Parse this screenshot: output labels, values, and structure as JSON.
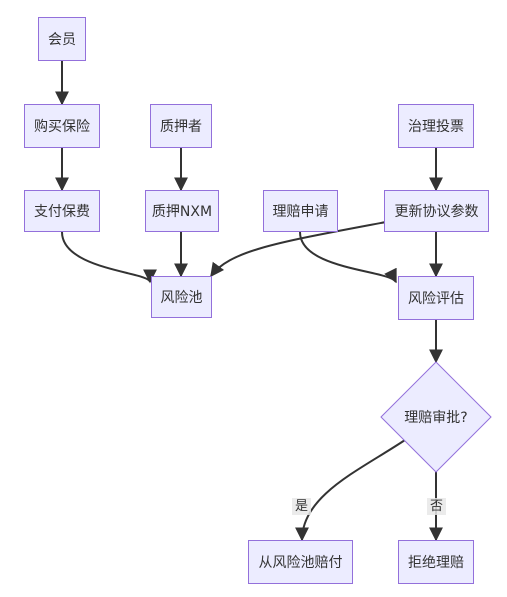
{
  "nodes": {
    "member": "会员",
    "buy_insurance": "购买保险",
    "pay_premium": "支付保费",
    "staker": "质押者",
    "stake_nxm": "质押NXM",
    "risk_pool": "风险池",
    "claim_request": "理赔申请",
    "governance_vote": "治理投票",
    "update_params": "更新协议参数",
    "risk_assessment": "风险评估",
    "claim_approval": "理赔审批?",
    "pay_from_pool": "从风险池赔付",
    "reject_claim": "拒绝理赔"
  },
  "edge_labels": {
    "yes": "是",
    "no": "否"
  },
  "colors": {
    "node_fill": "#ececff",
    "node_border": "#9370db",
    "edge": "#333333",
    "text": "#333333"
  }
}
